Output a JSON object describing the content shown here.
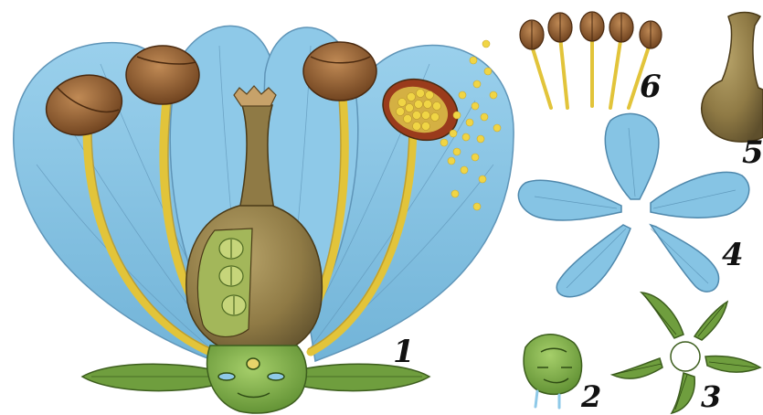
{
  "labels": {
    "whole_flower": "1",
    "receptacle": "2",
    "sepals": "3",
    "petals": "4",
    "pistil": "5",
    "stamens": "6"
  },
  "colors": {
    "petal_fill": "#86c4e4",
    "petal_vein": "#5f95b8",
    "filament": "#e2c43a",
    "anther": "#8b5a2b",
    "ovary": "#8f7a45",
    "receptacle": "#7fae48",
    "sepal": "#6f9e3e",
    "pollen": "#f0d545"
  }
}
